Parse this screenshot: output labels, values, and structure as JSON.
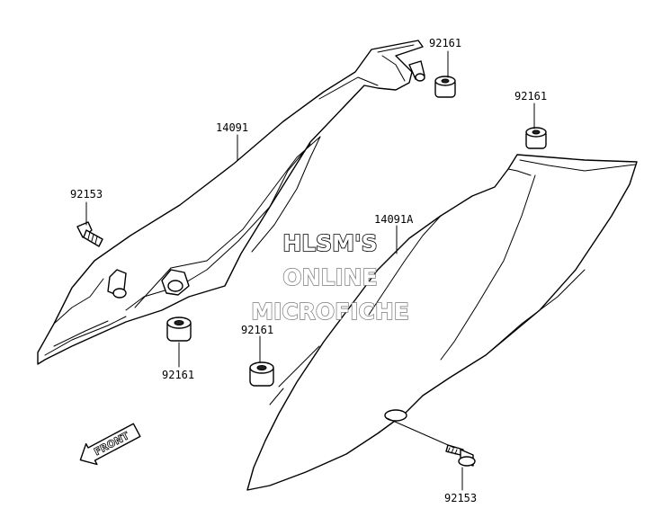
{
  "labels": {
    "cover_left": "14091",
    "cover_right": "14091A",
    "grommet_top_left": "92161",
    "grommet_top_right": "92161",
    "bolt_left": "92153",
    "grommet_bottom_left": "92161",
    "grommet_middle": "92161",
    "bolt_bottom_right": "92153"
  },
  "watermark": {
    "line1": "HLSM'S",
    "line2": "ONLINE",
    "line3": "MICROFICHE"
  },
  "direction_arrow": {
    "text": "FRONT"
  }
}
